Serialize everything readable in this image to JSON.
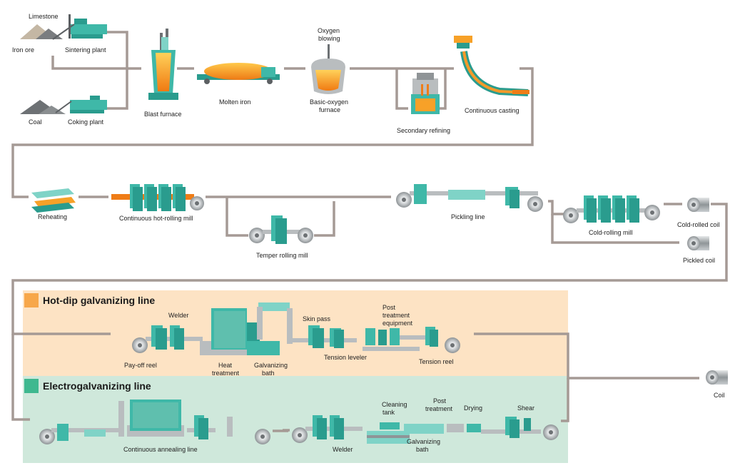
{
  "labels": {
    "limestone": "Limestone",
    "iron_ore": "Iron ore",
    "sintering_plant": "Sintering plant",
    "coal": "Coal",
    "coking_plant": "Coking plant",
    "blast_furnace": "Blast furnace",
    "molten_iron": "Molten iron",
    "oxygen_blowing": [
      "Oxygen",
      "blowing"
    ],
    "basic_oxygen_furnace": [
      "Basic-oxygen",
      "furnace"
    ],
    "secondary_refining": "Secondary refining",
    "continuous_casting": "Continuous casting",
    "reheating": "Reheating",
    "continuous_hot_rolling_mill": "Continuous hot-rolling mill",
    "temper_rolling_mill": "Temper rolling mill",
    "pickling_line": "Pickling line",
    "cold_rolling_mill": "Cold-rolling mill",
    "cold_rolled_coil": "Cold-rolled coil",
    "pickled_coil": "Pickled coil",
    "coil": "Coil"
  },
  "hot_dip": {
    "title": "Hot-dip galvanizing line",
    "color": "#f7a74a",
    "bg": "#fde3c4",
    "welder": "Welder",
    "pay_off_reel": "Pay-off reel",
    "heat_treatment": [
      "Heat",
      "treatment"
    ],
    "galvanizing_bath": [
      "Galvanizing",
      "bath"
    ],
    "skin_pass": "Skin pass",
    "tension_leveler": "Tension leveler",
    "post_treatment_equipment": [
      "Post",
      "treatment",
      "equipment"
    ],
    "tension_reel": "Tension reel"
  },
  "electro": {
    "title": "Electrogalvanizing line",
    "color": "#3fb88f",
    "bg": "#cfe8db",
    "continuous_annealing_line": "Continuous annealing line",
    "welder": "Welder",
    "cleaning_tank": [
      "Cleaning",
      "tank"
    ],
    "post_treatment": [
      "Post",
      "treatment"
    ],
    "drying": "Drying",
    "shear": "Shear",
    "galvanizing_bath": [
      "Galvanizing",
      "bath"
    ]
  }
}
